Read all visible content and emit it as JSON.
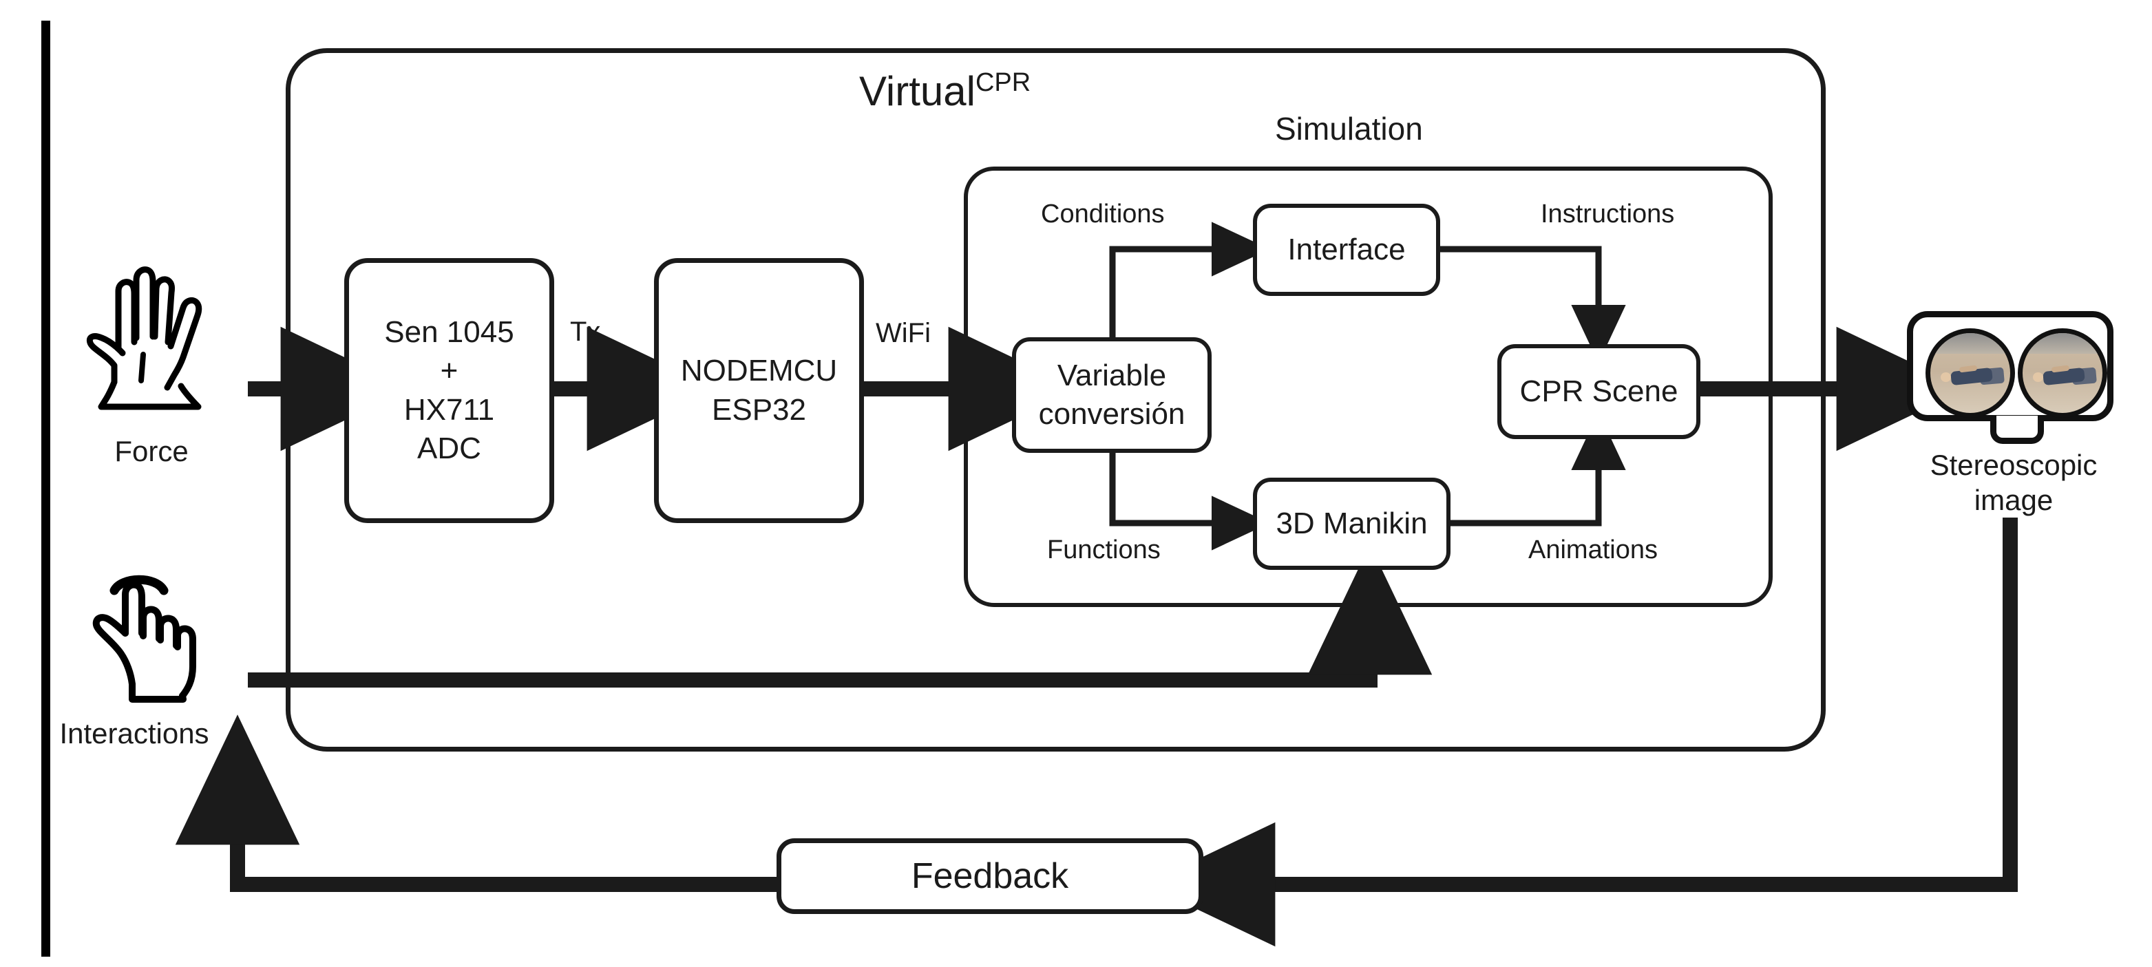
{
  "diagram": {
    "title": "Virtual CPR",
    "title_main": "Virtual",
    "title_sup": "CPR",
    "accent_color": "#1b1b1b"
  },
  "inputs": [
    {
      "id": "force",
      "icon": "open-hand-icon",
      "label": "Force"
    },
    {
      "id": "interactions",
      "icon": "pointing-hand-tap-icon",
      "label": "Interactions"
    }
  ],
  "output": {
    "id": "stereoscopic-image",
    "icon": "vr-headset-icon",
    "label_line1": "Stereoscopic",
    "label_line2": "image"
  },
  "hardware": [
    {
      "id": "sensor",
      "line1": "Sen 1045",
      "line2": "+",
      "line3": "HX711",
      "line4": "ADC"
    },
    {
      "id": "mcu",
      "line1": "NODEMCU",
      "line2": "ESP32"
    }
  ],
  "simulation": {
    "title": "Simulation",
    "nodes": [
      {
        "id": "variable-conversion",
        "line1": "Variable",
        "line2": "conversión"
      },
      {
        "id": "interface",
        "label": "Interface"
      },
      {
        "id": "manikin",
        "label": "3D Manikin"
      },
      {
        "id": "cpr-scene",
        "label": "CPR Scene"
      }
    ],
    "edge_labels": [
      {
        "id": "conditions",
        "label": "Conditions"
      },
      {
        "id": "instructions",
        "label": "Instructions"
      },
      {
        "id": "functions",
        "label": "Functions"
      },
      {
        "id": "animations",
        "label": "Animations"
      }
    ]
  },
  "flow_labels": [
    {
      "id": "tx",
      "label": "Tx"
    },
    {
      "id": "wifi",
      "label": "WiFi"
    }
  ],
  "feedback": {
    "id": "feedback",
    "label": "Feedback"
  }
}
